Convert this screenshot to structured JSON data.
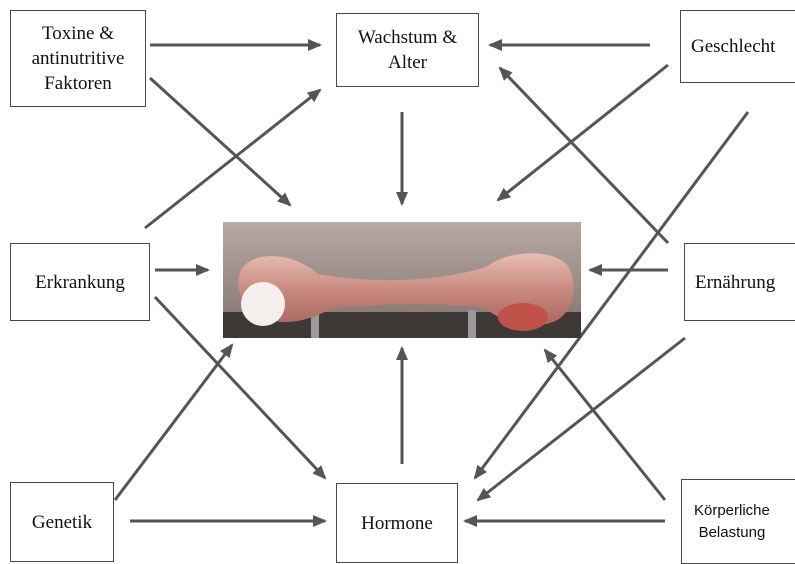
{
  "factors": {
    "toxine": "Toxine &\nantinutritive\nFaktoren",
    "wachstum": "Wachstum &\nAlter",
    "geschlecht": "Geschlecht",
    "erkrankung": "Erkrankung",
    "ernaehrung": "Ernährung",
    "genetik": "Genetik",
    "hormone": "Hormone",
    "koerperliche_belastung": "Körperliche\nBelastung"
  },
  "center_image": {
    "subject": "bone-photo",
    "description_icon": "bone-icon"
  },
  "colors": {
    "arrow": "#555555",
    "border": "#4a4a4a",
    "bone": "#c98a80",
    "background_panel": "#9b8b86"
  }
}
